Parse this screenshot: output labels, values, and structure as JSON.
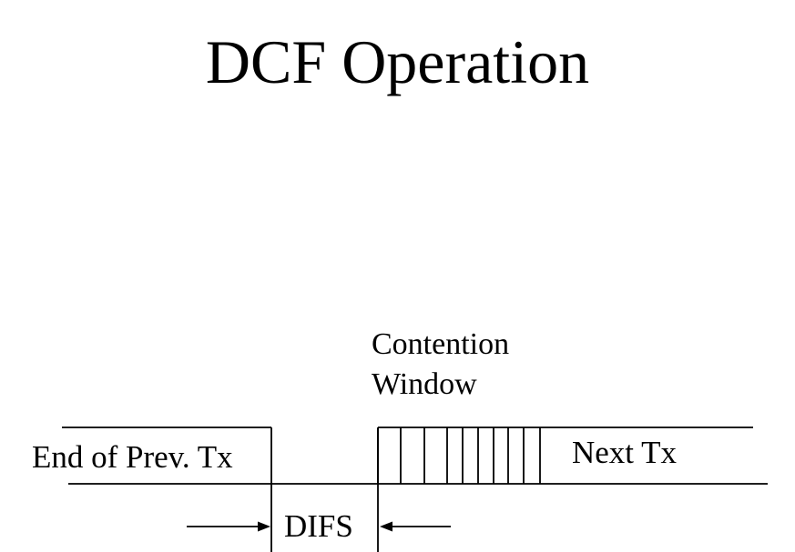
{
  "slide": {
    "title": "DCF Operation",
    "colors": {
      "background": "#ffffff",
      "foreground": "#000000"
    }
  },
  "timeline": {
    "prev_tx_label": "End of Prev. Tx",
    "next_tx_label": "Next Tx",
    "difs_label": "DIFS",
    "contention_window_label_line1": "Contention",
    "contention_window_label_line2": "Window",
    "contention_slot_count": 9,
    "contention_slot_line_x": [
      415,
      440,
      466,
      491,
      508,
      525,
      542,
      558,
      575,
      593
    ]
  }
}
